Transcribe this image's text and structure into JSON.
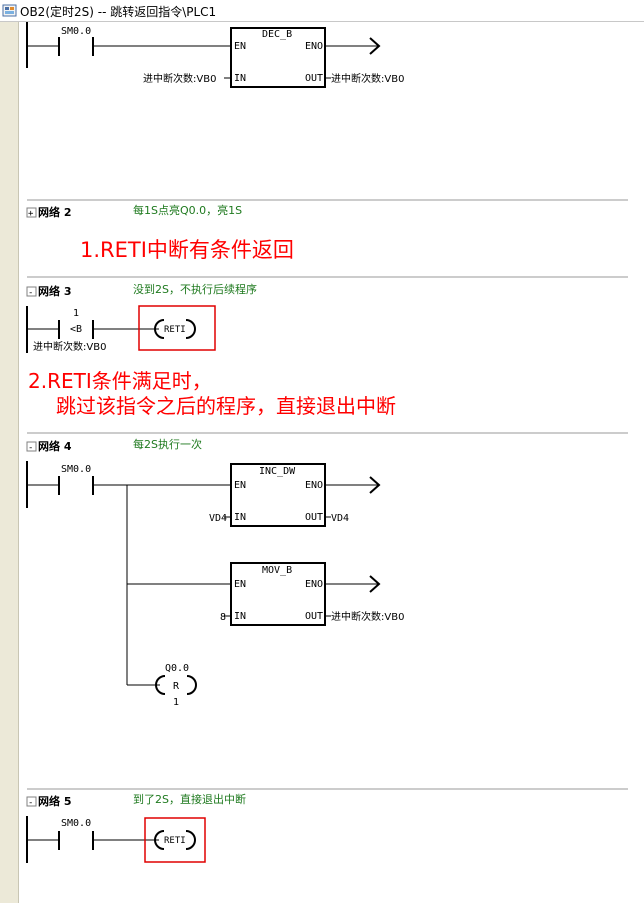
{
  "window": {
    "title": "OB2(定时2S) -- 跳转返回指令\\PLC1"
  },
  "colors": {
    "comment": "#1f7a1f",
    "annotation": "#ff0000",
    "highlight_box": "#e00000"
  },
  "network1": {
    "contact_sm00": "SM0.0",
    "box_title": "DEC_B",
    "en": "EN",
    "eno": "ENO",
    "in": "IN",
    "out": "OUT",
    "in_operand": "进中断次数:VB0",
    "out_operand": "进中断次数:VB0"
  },
  "network2": {
    "toggle": "+",
    "label": "网络 2",
    "comment": "每1S点亮Q0.0，亮1S"
  },
  "annotation1": "1.RETI中断有条件返回",
  "network3": {
    "toggle": "-",
    "label": "网络 3",
    "comment": "没到2S，不执行后续程序",
    "compare_value": "1",
    "compare_op": "<B",
    "compare_operand": "进中断次数:VB0",
    "coil": "RETI"
  },
  "annotation2_line1": "2.RETI条件满足时，",
  "annotation2_line2": "跳过该指令之后的程序，直接退出中断",
  "network4": {
    "toggle": "-",
    "label": "网络 4",
    "comment": "每2S执行一次",
    "contact_sm00": "SM0.0",
    "box1_title": "INC_DW",
    "box1_in": "VD4",
    "box1_out": "VD4",
    "box2_title": "MOV_B",
    "box2_in": "8",
    "box2_out": "进中断次数:VB0",
    "en": "EN",
    "eno": "ENO",
    "in": "IN",
    "out": "OUT",
    "coil_addr": "Q0.0",
    "coil_type": "R",
    "coil_count": "1"
  },
  "network5": {
    "toggle": "-",
    "label": "网络 5",
    "comment": "到了2S，直接退出中断",
    "contact_sm00": "SM0.0",
    "coil": "RETI"
  }
}
